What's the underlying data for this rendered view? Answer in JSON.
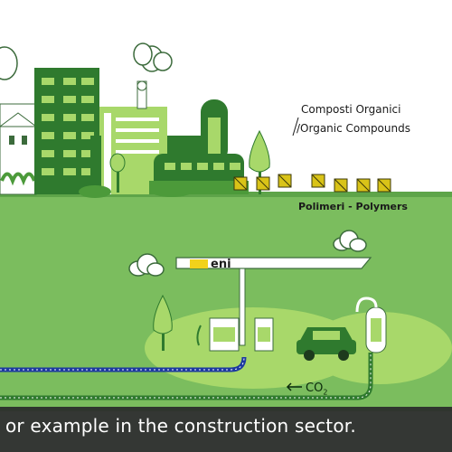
{
  "labels": {
    "organic_it": "Composti Organici",
    "organic_en": "/Organic Compounds",
    "polymers": "Polimeri - Polymers",
    "co2_prefix": "CO",
    "co2_sub": "2"
  },
  "station": {
    "brand": "eni"
  },
  "subtitle": {
    "text": "or example in the construction sector."
  },
  "colors": {
    "sky": "#ffffff",
    "ground": "#7bbd5e",
    "dark_green": "#2f7a2e",
    "light_green": "#a8d86a",
    "pipe_blue": "#1d3aa0",
    "crate": "#d9c318"
  }
}
